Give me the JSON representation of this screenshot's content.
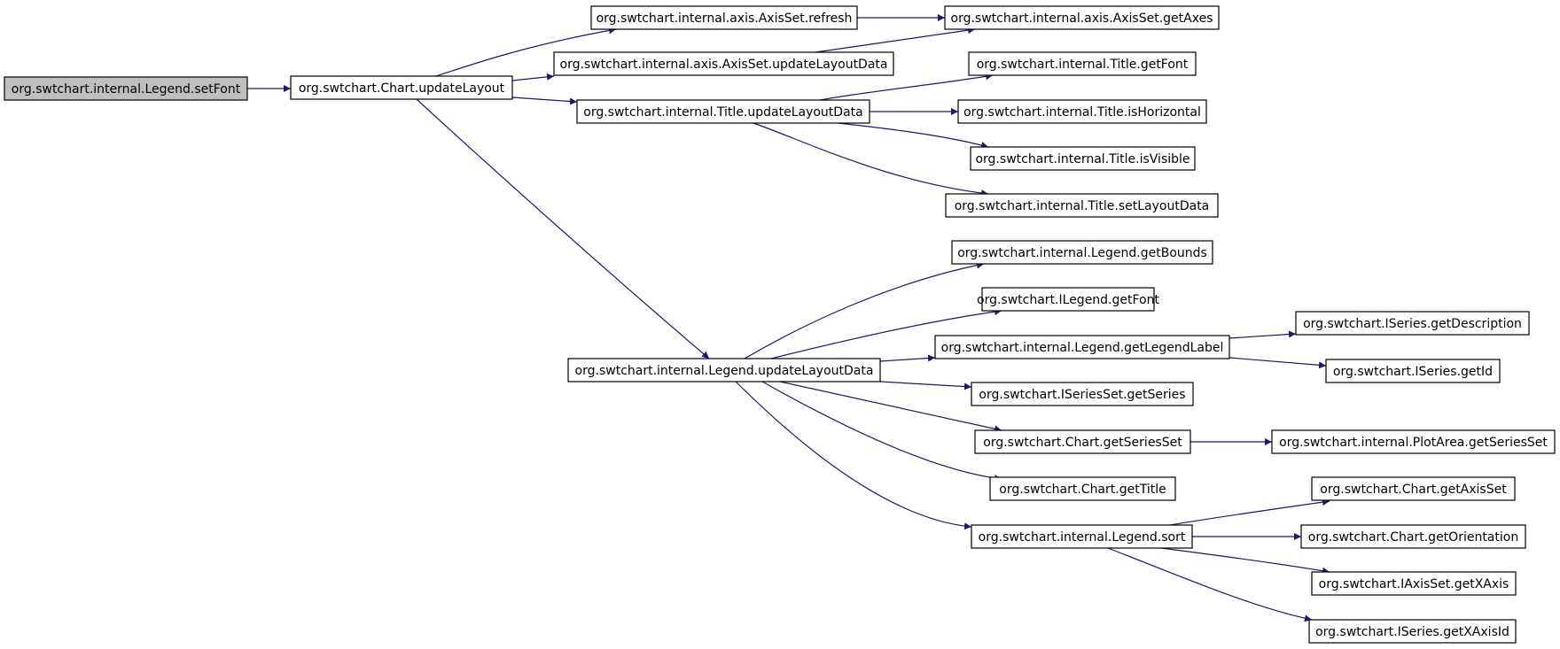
{
  "colors": {
    "edge": "#191970",
    "root_fill": "#bfbfbf",
    "node_fill": "#ffffff"
  },
  "nodes": [
    {
      "id": "setFont",
      "label": "org.swtchart.internal.Legend.setFont",
      "root": true
    },
    {
      "id": "updateLayout",
      "label": "org.swtchart.Chart.updateLayout"
    },
    {
      "id": "axisRefresh",
      "label": "org.swtchart.internal.axis.AxisSet.refresh"
    },
    {
      "id": "getAxes",
      "label": "org.swtchart.internal.axis.AxisSet.getAxes"
    },
    {
      "id": "axisULD",
      "label": "org.swtchart.internal.axis.AxisSet.updateLayoutData"
    },
    {
      "id": "titleGetFont",
      "label": "org.swtchart.internal.Title.getFont"
    },
    {
      "id": "titleULD",
      "label": "org.swtchart.internal.Title.updateLayoutData"
    },
    {
      "id": "titleIsHorizontal",
      "label": "org.swtchart.internal.Title.isHorizontal"
    },
    {
      "id": "titleIsVisible",
      "label": "org.swtchart.internal.Title.isVisible"
    },
    {
      "id": "titleSetLayoutData",
      "label": "org.swtchart.internal.Title.setLayoutData"
    },
    {
      "id": "legendGetBounds",
      "label": "org.swtchart.internal.Legend.getBounds"
    },
    {
      "id": "ilegendGetFont",
      "label": "org.swtchart.ILegend.getFont"
    },
    {
      "id": "getLegendLabel",
      "label": "org.swtchart.internal.Legend.getLegendLabel"
    },
    {
      "id": "getDescription",
      "label": "org.swtchart.ISeries.getDescription"
    },
    {
      "id": "legendULD",
      "label": "org.swtchart.internal.Legend.updateLayoutData"
    },
    {
      "id": "getId",
      "label": "org.swtchart.ISeries.getId"
    },
    {
      "id": "getSeries",
      "label": "org.swtchart.ISeriesSet.getSeries"
    },
    {
      "id": "getSeriesSet",
      "label": "org.swtchart.Chart.getSeriesSet"
    },
    {
      "id": "plotAreaGetSeriesSet",
      "label": "org.swtchart.internal.PlotArea.getSeriesSet"
    },
    {
      "id": "getTitle",
      "label": "org.swtchart.Chart.getTitle"
    },
    {
      "id": "getAxisSet",
      "label": "org.swtchart.Chart.getAxisSet"
    },
    {
      "id": "legendSort",
      "label": "org.swtchart.internal.Legend.sort"
    },
    {
      "id": "getOrientation",
      "label": "org.swtchart.Chart.getOrientation"
    },
    {
      "id": "getXAxis",
      "label": "org.swtchart.IAxisSet.getXAxis"
    },
    {
      "id": "getXAxisId",
      "label": "org.swtchart.ISeries.getXAxisId"
    }
  ],
  "edges": [
    {
      "from": "setFont",
      "to": "updateLayout"
    },
    {
      "from": "updateLayout",
      "to": "axisRefresh"
    },
    {
      "from": "updateLayout",
      "to": "axisULD"
    },
    {
      "from": "updateLayout",
      "to": "titleULD"
    },
    {
      "from": "updateLayout",
      "to": "legendULD"
    },
    {
      "from": "axisRefresh",
      "to": "getAxes"
    },
    {
      "from": "axisULD",
      "to": "getAxes"
    },
    {
      "from": "titleULD",
      "to": "titleGetFont"
    },
    {
      "from": "titleULD",
      "to": "titleIsHorizontal"
    },
    {
      "from": "titleULD",
      "to": "titleIsVisible"
    },
    {
      "from": "titleULD",
      "to": "titleSetLayoutData"
    },
    {
      "from": "legendULD",
      "to": "legendGetBounds"
    },
    {
      "from": "legendULD",
      "to": "ilegendGetFont"
    },
    {
      "from": "legendULD",
      "to": "getLegendLabel"
    },
    {
      "from": "legendULD",
      "to": "getSeries"
    },
    {
      "from": "legendULD",
      "to": "getSeriesSet"
    },
    {
      "from": "legendULD",
      "to": "getTitle"
    },
    {
      "from": "legendULD",
      "to": "legendSort"
    },
    {
      "from": "getLegendLabel",
      "to": "getDescription"
    },
    {
      "from": "getLegendLabel",
      "to": "getId"
    },
    {
      "from": "getSeriesSet",
      "to": "plotAreaGetSeriesSet"
    },
    {
      "from": "legendSort",
      "to": "getAxisSet"
    },
    {
      "from": "legendSort",
      "to": "getOrientation"
    },
    {
      "from": "legendSort",
      "to": "getXAxis"
    },
    {
      "from": "legendSort",
      "to": "getXAxisId"
    }
  ]
}
